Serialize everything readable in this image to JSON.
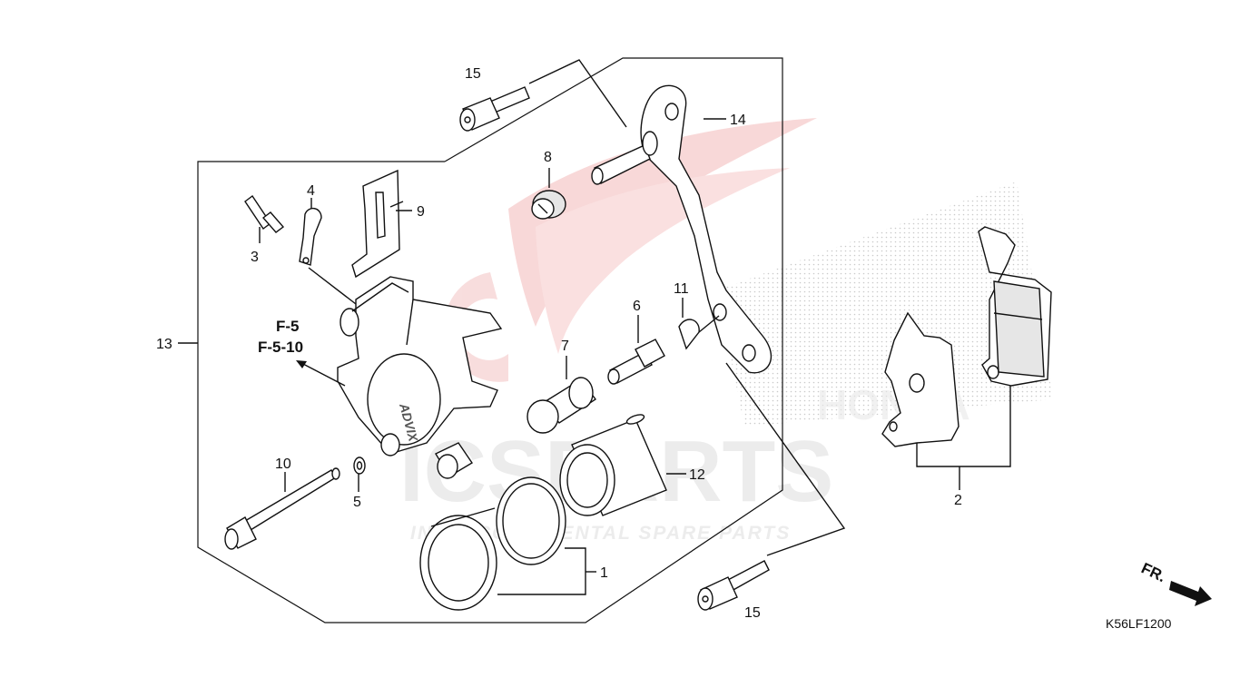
{
  "diagram": {
    "code": "K56LF1200",
    "reference_line1": "F-5",
    "reference_line2": "F-5-10",
    "direction_label": "FR.",
    "watermark": {
      "brand": "ICSPARTS",
      "tagline": "INTERCONTINENTAL SPARE PARTS",
      "pads_text": "HONDA"
    }
  },
  "callouts": [
    {
      "id": "c1",
      "text": "1"
    },
    {
      "id": "c2",
      "text": "2"
    },
    {
      "id": "c3",
      "text": "3"
    },
    {
      "id": "c4",
      "text": "4"
    },
    {
      "id": "c5",
      "text": "5"
    },
    {
      "id": "c6",
      "text": "6"
    },
    {
      "id": "c7",
      "text": "7"
    },
    {
      "id": "c8",
      "text": "8"
    },
    {
      "id": "c9",
      "text": "9"
    },
    {
      "id": "c10",
      "text": "10"
    },
    {
      "id": "c11",
      "text": "11"
    },
    {
      "id": "c12",
      "text": "12"
    },
    {
      "id": "c13",
      "text": "13"
    },
    {
      "id": "c14",
      "text": "14"
    },
    {
      "id": "c15a",
      "text": "15"
    },
    {
      "id": "c15b",
      "text": "15"
    }
  ]
}
